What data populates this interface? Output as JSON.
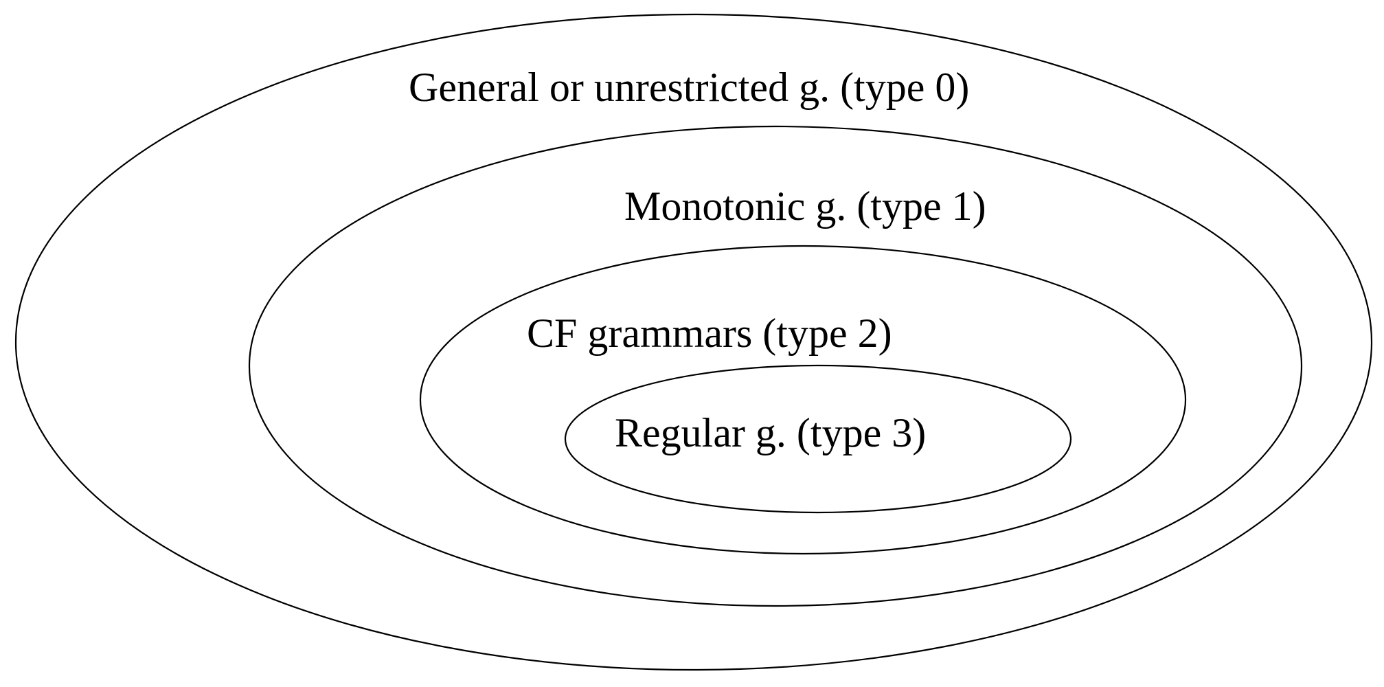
{
  "diagram": {
    "levels": [
      {
        "label": "General or unrestricted g. (type 0)"
      },
      {
        "label": "Monotonic g. (type 1)"
      },
      {
        "label": "CF grammars (type 2)"
      },
      {
        "label": "Regular g. (type 3)"
      }
    ]
  }
}
